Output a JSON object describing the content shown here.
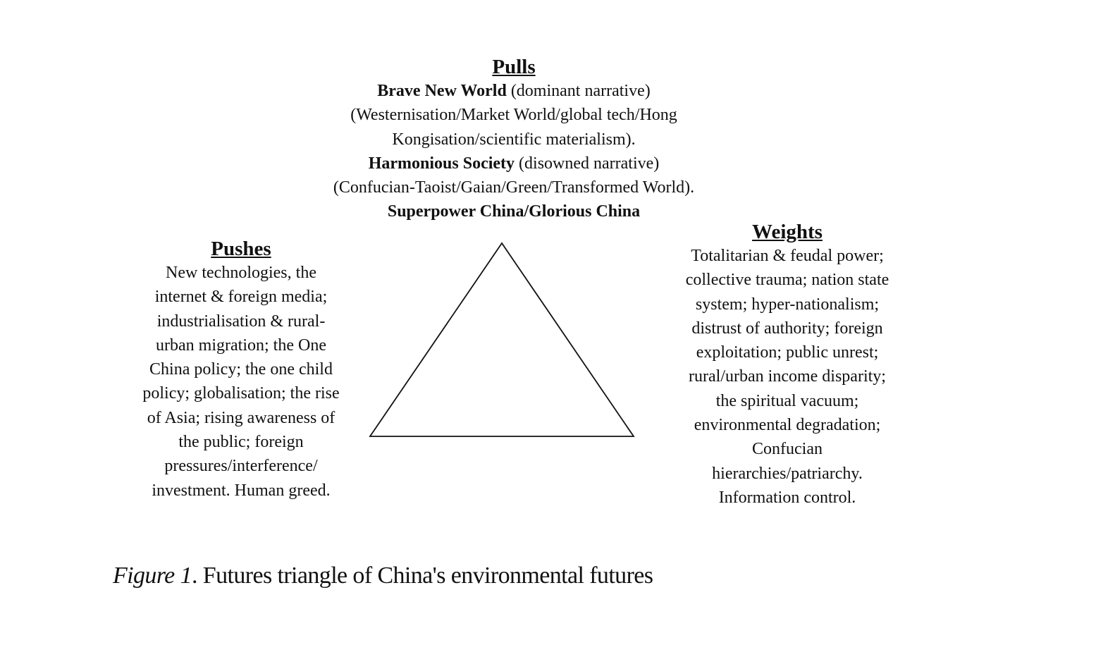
{
  "pulls": {
    "heading": "Pulls",
    "brave_bold": "Brave New World",
    "brave_rest": " (dominant narrative)",
    "lines1": [
      "(Westernisation/Market World/global tech/Hong",
      "Kongisation/scientific materialism)."
    ],
    "harm_bold": "Harmonious Society",
    "harm_rest": " (disowned narrative)",
    "lines2": [
      "(Confucian-Taoist/Gaian/Green/Transformed World)."
    ],
    "super_bold": "Superpower China/Glorious China"
  },
  "pushes": {
    "heading": "Pushes",
    "lines": [
      "New technologies, the",
      "internet & foreign media;",
      "industrialisation & rural-",
      "urban migration; the One",
      "China policy; the one child",
      "policy; globalisation; the rise",
      "of Asia; rising awareness of",
      "the public; foreign",
      "pressures/interference/",
      "investment. Human greed."
    ]
  },
  "weights": {
    "heading": "Weights",
    "lines": [
      "Totalitarian & feudal power;",
      "collective trauma; nation state",
      "system; hyper-nationalism;",
      "distrust of authority; foreign",
      "exploitation; public unrest;",
      "rural/urban income disparity;",
      "the spiritual vacuum;",
      "environmental degradation;",
      "Confucian",
      "hierarchies/patriarchy.",
      "Information control."
    ]
  },
  "caption": {
    "label": "Figure 1",
    "text": ". Futures triangle of China's environmental futures"
  }
}
